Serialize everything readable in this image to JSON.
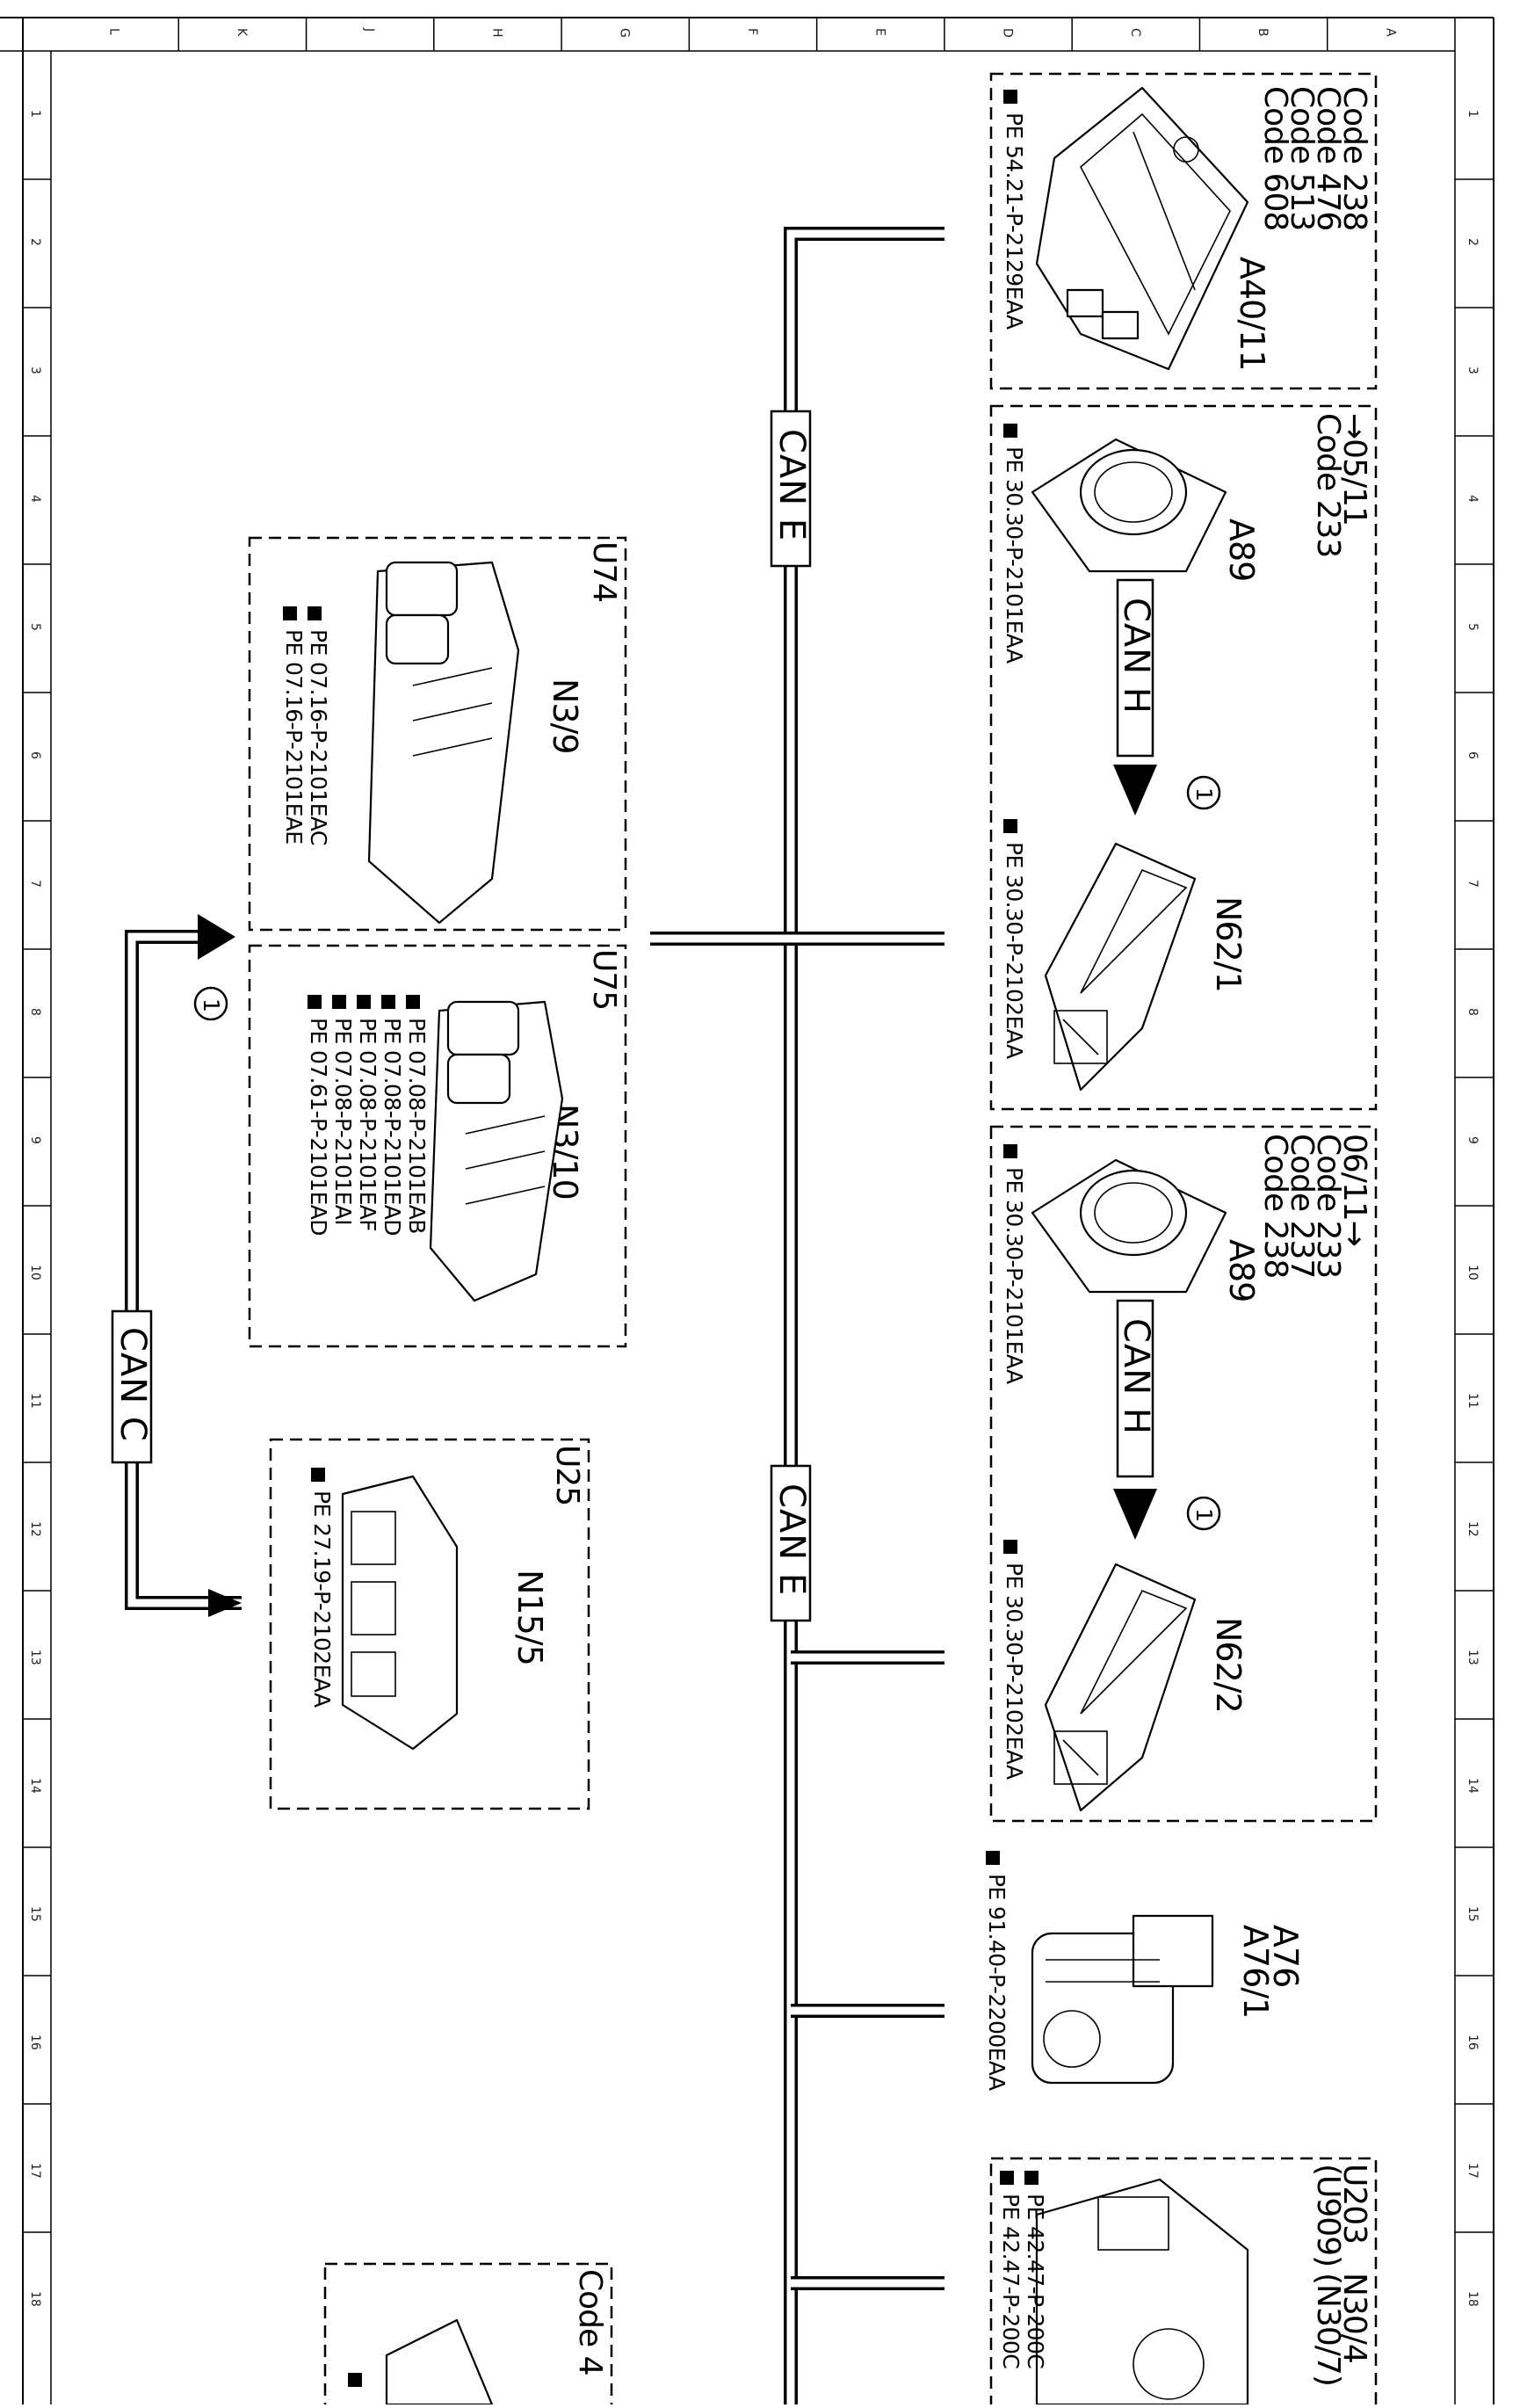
{
  "grid": {
    "columns": [
      "L",
      "K",
      "J",
      "H",
      "G",
      "F",
      "E",
      "D",
      "C",
      "B",
      "A"
    ],
    "rows": [
      "1",
      "2",
      "3",
      "4",
      "5",
      "6",
      "7",
      "8",
      "9",
      "10",
      "11",
      "12",
      "13",
      "14",
      "15",
      "16",
      "17",
      "18"
    ]
  },
  "buses": {
    "can_e_1": "CAN E",
    "can_e_2": "CAN E",
    "can_c": "CAN C",
    "can_h_1": "CAN H",
    "can_h_2": "CAN H"
  },
  "connector_marker": "1",
  "groups": {
    "a40": {
      "codes": [
        "Code 238",
        "Code 476",
        "Code 513",
        "Code 608"
      ],
      "component": "A40/11",
      "refs": [
        "PE 54.21-P-2129EAA"
      ]
    },
    "early": {
      "codes": [
        "→05/11",
        "Code 233"
      ],
      "a89": "A89",
      "a89_ref": "PE 30.30-P-2101EAA",
      "n62": "N62/1",
      "n62_ref": "PE 30.30-P-2102EAA"
    },
    "late": {
      "codes": [
        "06/11→",
        "Code 233",
        "Code 237",
        "Code 238"
      ],
      "a89": "A89",
      "a89_ref": "PE 30.30-P-2101EAA",
      "n62": "N62/2",
      "n62_ref": "PE 30.30-P-2102EAA"
    },
    "a76": {
      "components": [
        "A76",
        "A76/1"
      ],
      "refs": [
        "PE 91.40-P-2200EAA"
      ]
    },
    "u203": {
      "variants": [
        "U203",
        "(U909)"
      ],
      "components": [
        "N30/4",
        "(N30/7)"
      ],
      "refs": [
        "PE 42.47-P-200C",
        "PE 42.47-P-200C"
      ]
    },
    "u74": {
      "variant": "U74",
      "component": "N3/9",
      "refs": [
        "PE 07.16-P-2101EAC",
        "PE 07.16-P-2101EAE"
      ]
    },
    "u75": {
      "variant": "U75",
      "component": "N3/10",
      "refs": [
        "PE 07.08-P-2101EAB",
        "PE 07.08-P-2101EAD",
        "PE 07.08-P-2101EAF",
        "PE 07.08-P-2101EAI",
        "PE 07.61-P-2101EAD"
      ]
    },
    "u25": {
      "variant": "U25",
      "component": "N15/5",
      "refs": [
        "PE 27.19-P-2102EAA"
      ]
    },
    "bottom": {
      "code": "Code 4"
    }
  }
}
